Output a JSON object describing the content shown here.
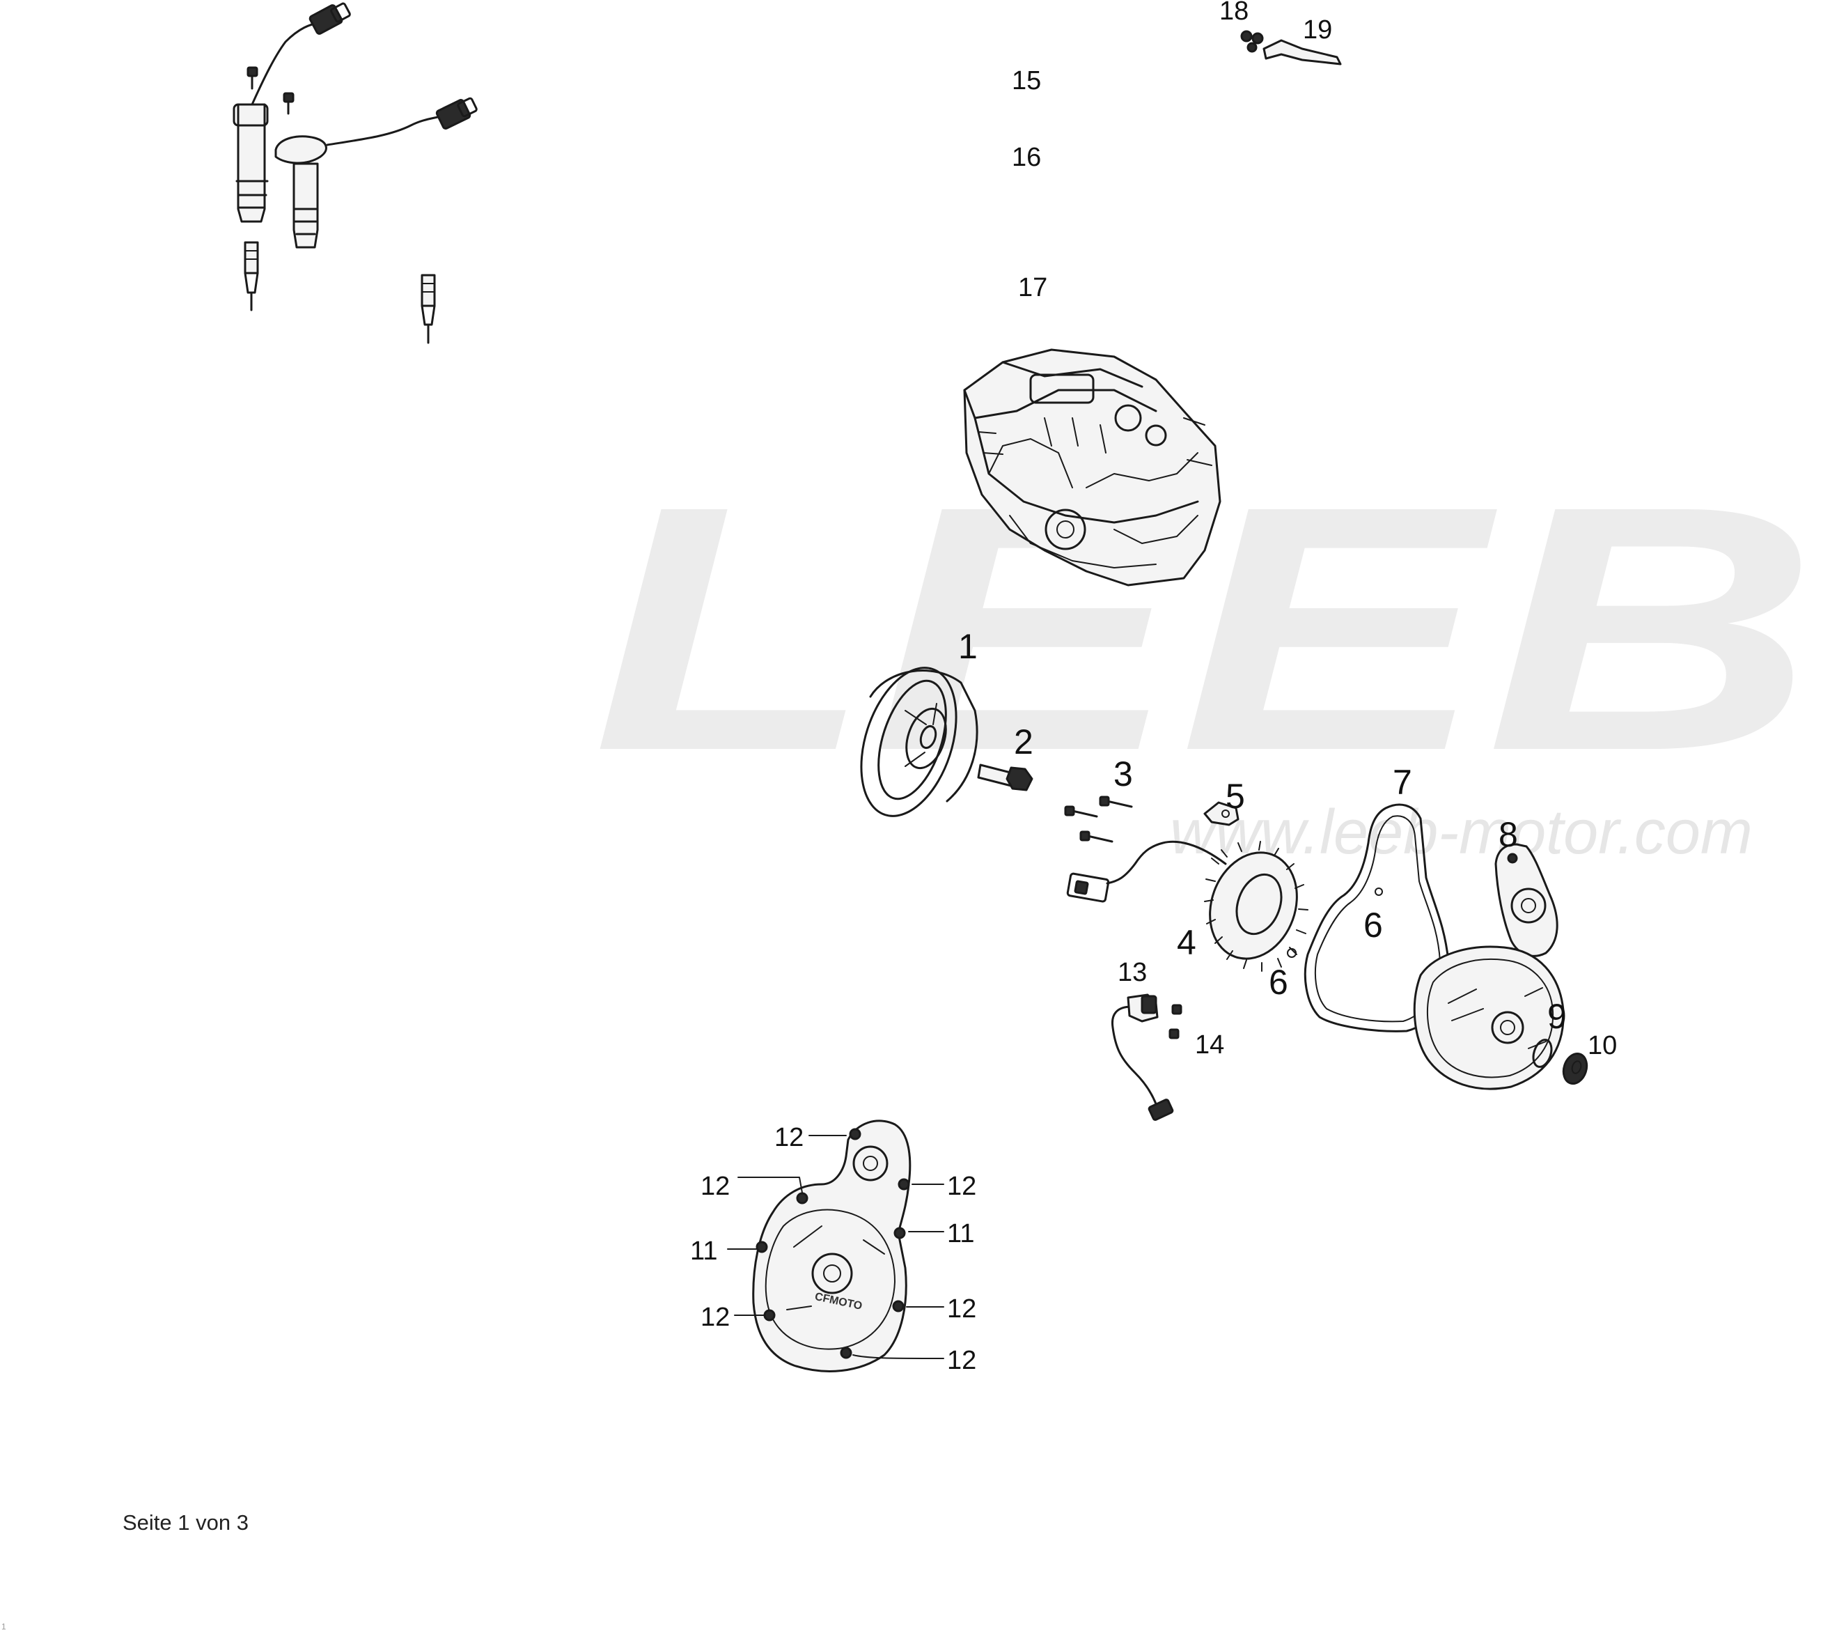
{
  "watermark": {
    "brand": "LEEB",
    "url": "www.leeb-motor.com",
    "color": "#ececec"
  },
  "callouts": [
    {
      "id": "c15",
      "label": "15"
    },
    {
      "id": "c16",
      "label": "16"
    },
    {
      "id": "c17",
      "label": "17"
    },
    {
      "id": "c18",
      "label": "18"
    },
    {
      "id": "c19",
      "label": "19"
    },
    {
      "id": "c1",
      "label": "1"
    },
    {
      "id": "c2",
      "label": "2"
    },
    {
      "id": "c3",
      "label": "3"
    },
    {
      "id": "c5",
      "label": "5"
    },
    {
      "id": "c7",
      "label": "7"
    },
    {
      "id": "c8",
      "label": "8"
    },
    {
      "id": "c6a",
      "label": "6"
    },
    {
      "id": "c6b",
      "label": "6"
    },
    {
      "id": "c4",
      "label": "4"
    },
    {
      "id": "c13",
      "label": "13"
    },
    {
      "id": "c14",
      "label": "14"
    },
    {
      "id": "c9",
      "label": "9"
    },
    {
      "id": "c10",
      "label": "10"
    },
    {
      "id": "c12a",
      "label": "12"
    },
    {
      "id": "c12b",
      "label": "12"
    },
    {
      "id": "c12c",
      "label": "12"
    },
    {
      "id": "c11a",
      "label": "11"
    },
    {
      "id": "c11b",
      "label": "11"
    },
    {
      "id": "c12d",
      "label": "12"
    },
    {
      "id": "c12e",
      "label": "12"
    },
    {
      "id": "c12f",
      "label": "12"
    }
  ],
  "cover_marking": "CFMOTO",
  "footer": {
    "page_label": "Seite 1 von 3"
  },
  "corner_mark": "1"
}
